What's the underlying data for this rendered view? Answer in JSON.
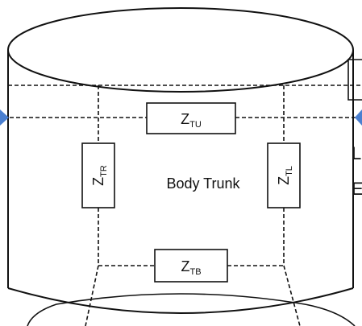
{
  "diagram": {
    "center_label": "Body Trunk",
    "impedances": {
      "upper": {
        "main": "Z",
        "sub": "TU"
      },
      "right": {
        "main": "Z",
        "sub": "TR"
      },
      "left": {
        "main": "Z",
        "sub": "TL"
      },
      "bottom": {
        "main": "Z",
        "sub": "TB"
      }
    },
    "cut_off_right_letters": [
      "L",
      "E"
    ],
    "node_color": "#4a7fd0"
  }
}
